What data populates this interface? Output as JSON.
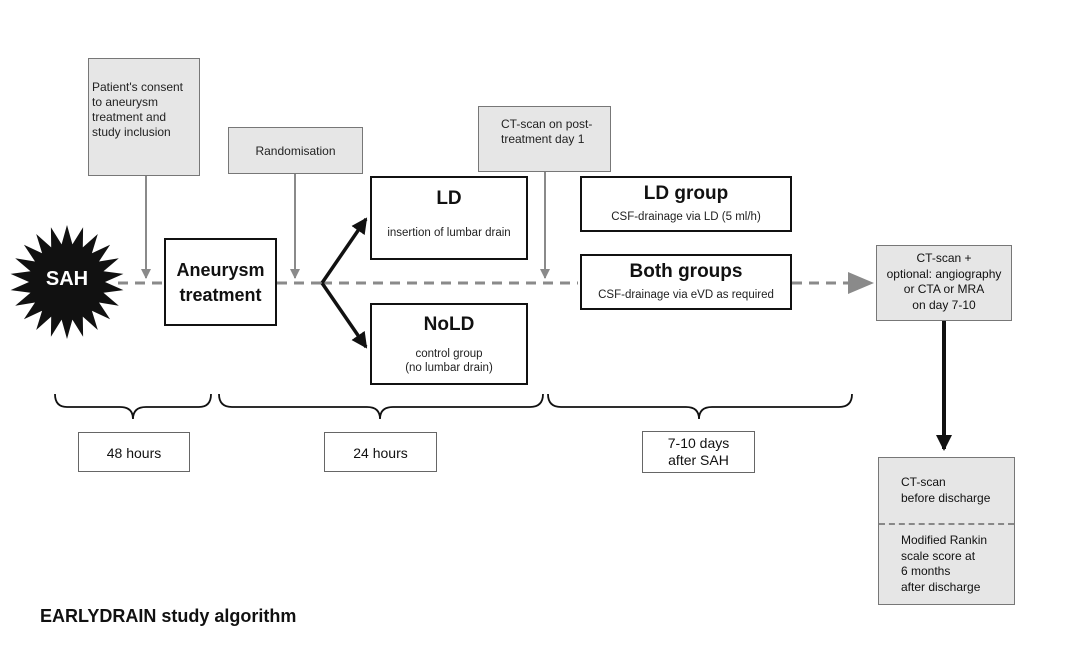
{
  "sah_label": "SAH",
  "consent_text": "Patient's consent to aneurysm treatment and study inclusion",
  "randomisation_label": "Randomisation",
  "ct_post_treatment_text": "CT-scan on post-treatment day 1",
  "aneurysm_treatment_label": "Aneurysm treatment",
  "ld_box": {
    "title": "LD",
    "subtitle": "insertion of lumbar drain"
  },
  "nold_box": {
    "title": "NoLD",
    "subtitle_line1": "control group",
    "subtitle_line2": "(no lumbar drain)"
  },
  "ld_group_box": {
    "title": "LD group",
    "subtitle": "CSF-drainage via LD (5 ml/h)"
  },
  "both_groups_box": {
    "title": "Both groups",
    "subtitle": "CSF-drainage via eVD as required"
  },
  "ct_day7_box": {
    "line1": "CT-scan +",
    "line2": "optional: angiography",
    "line3": "or CTA or MRA",
    "line4": "on day 7-10"
  },
  "discharge_box": {
    "top_line1": "CT-scan",
    "top_line2": "before discharge",
    "bottom_line1": "Modified Rankin",
    "bottom_line2": "scale score at",
    "bottom_line3": "6 months",
    "bottom_line4": "after discharge"
  },
  "durations": {
    "d1": "48 hours",
    "d2": "24 hours",
    "d3_line1": "7-10 days",
    "d3_line2": "after SAH"
  },
  "footer_title": "EARLYDRAIN study algorithm"
}
